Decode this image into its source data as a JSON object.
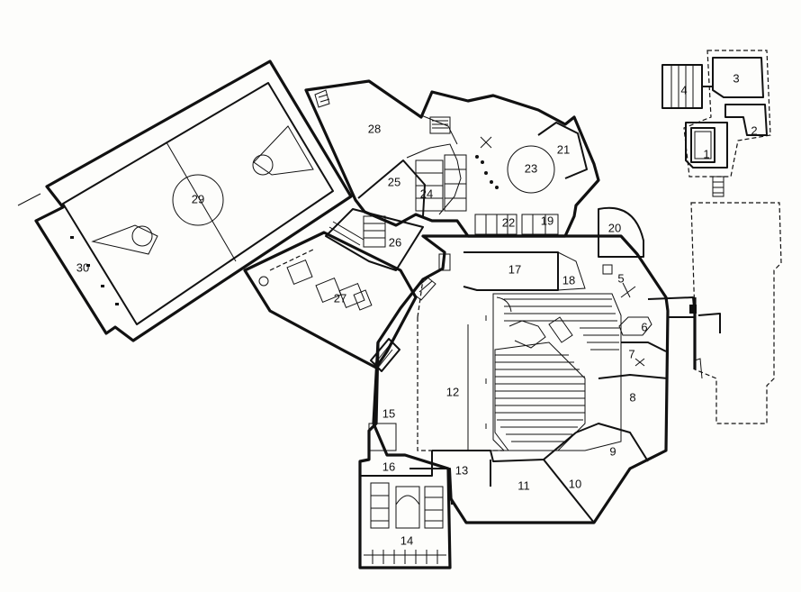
{
  "rooms": [
    {
      "id": "1"
    },
    {
      "id": "2"
    },
    {
      "id": "3"
    },
    {
      "id": "4"
    },
    {
      "id": "5"
    },
    {
      "id": "6"
    },
    {
      "id": "7"
    },
    {
      "id": "8"
    },
    {
      "id": "9"
    },
    {
      "id": "10"
    },
    {
      "id": "11"
    },
    {
      "id": "12"
    },
    {
      "id": "13"
    },
    {
      "id": "14"
    },
    {
      "id": "15"
    },
    {
      "id": "16"
    },
    {
      "id": "17"
    },
    {
      "id": "18"
    },
    {
      "id": "19"
    },
    {
      "id": "20"
    },
    {
      "id": "21"
    },
    {
      "id": "22"
    },
    {
      "id": "23"
    },
    {
      "id": "24"
    },
    {
      "id": "25"
    },
    {
      "id": "26"
    },
    {
      "id": "27"
    },
    {
      "id": "28"
    },
    {
      "id": "29"
    },
    {
      "id": "30"
    }
  ],
  "colors": {
    "ink": "#111111",
    "paper": "#fdfdfb"
  }
}
